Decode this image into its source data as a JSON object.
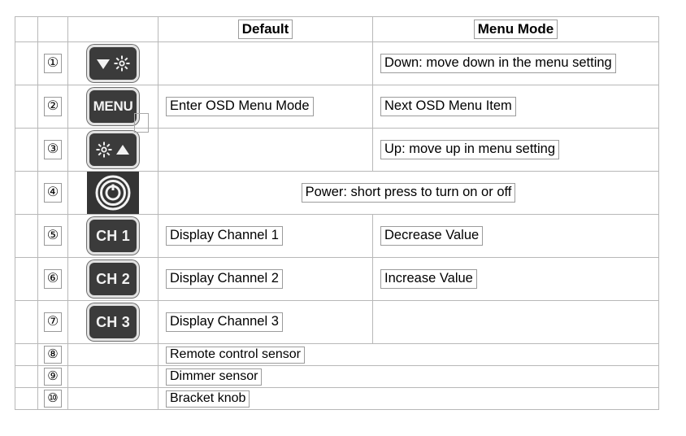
{
  "table": {
    "headers": {
      "index_col": "",
      "button_col": "",
      "default": "Default",
      "menu_mode": "Menu Mode"
    },
    "rows": [
      {
        "index": "①",
        "button": {
          "type": "icon",
          "icons": [
            "down-triangle",
            "gear"
          ],
          "label": ""
        },
        "default": "",
        "menu_mode": "Down: move down in the menu setting"
      },
      {
        "index": "②",
        "button": {
          "type": "text",
          "icons": [],
          "label": "MENU"
        },
        "default": "Enter OSD Menu Mode",
        "menu_mode": "Next OSD Menu Item"
      },
      {
        "index": "③",
        "button": {
          "type": "icon",
          "icons": [
            "gear",
            "up-triangle"
          ],
          "label": ""
        },
        "default": "",
        "menu_mode": "Up: move up in menu setting"
      },
      {
        "index": "④",
        "button": {
          "type": "power",
          "icons": [
            "power"
          ],
          "label": ""
        },
        "merged": "Power: short press to turn on or off"
      },
      {
        "index": "⑤",
        "button": {
          "type": "text",
          "icons": [],
          "label": "CH 1"
        },
        "default": "Display Channel 1",
        "menu_mode": "Decrease Value"
      },
      {
        "index": "⑥",
        "button": {
          "type": "text",
          "icons": [],
          "label": "CH 2"
        },
        "default": "Display Channel 2",
        "menu_mode": "Increase Value"
      },
      {
        "index": "⑦",
        "button": {
          "type": "text",
          "icons": [],
          "label": "CH 3"
        },
        "default": "Display Channel 3",
        "menu_mode": ""
      },
      {
        "index": "⑧",
        "button": {
          "type": "none",
          "icons": [],
          "label": ""
        },
        "merged": "Remote control sensor"
      },
      {
        "index": "⑨",
        "button": {
          "type": "none",
          "icons": [],
          "label": ""
        },
        "merged": "Dimmer sensor"
      },
      {
        "index": "⑩",
        "button": {
          "type": "none",
          "icons": [],
          "label": ""
        },
        "merged": "Bracket knob"
      }
    ]
  },
  "colors": {
    "button_face": "#3b3b3b",
    "button_rim": "#e2e2e2",
    "glyph": "#f2f2f2",
    "grid_line": "#b8b8b8",
    "text_box_border": "#9c9c9c",
    "page_background": "#ffffff"
  }
}
